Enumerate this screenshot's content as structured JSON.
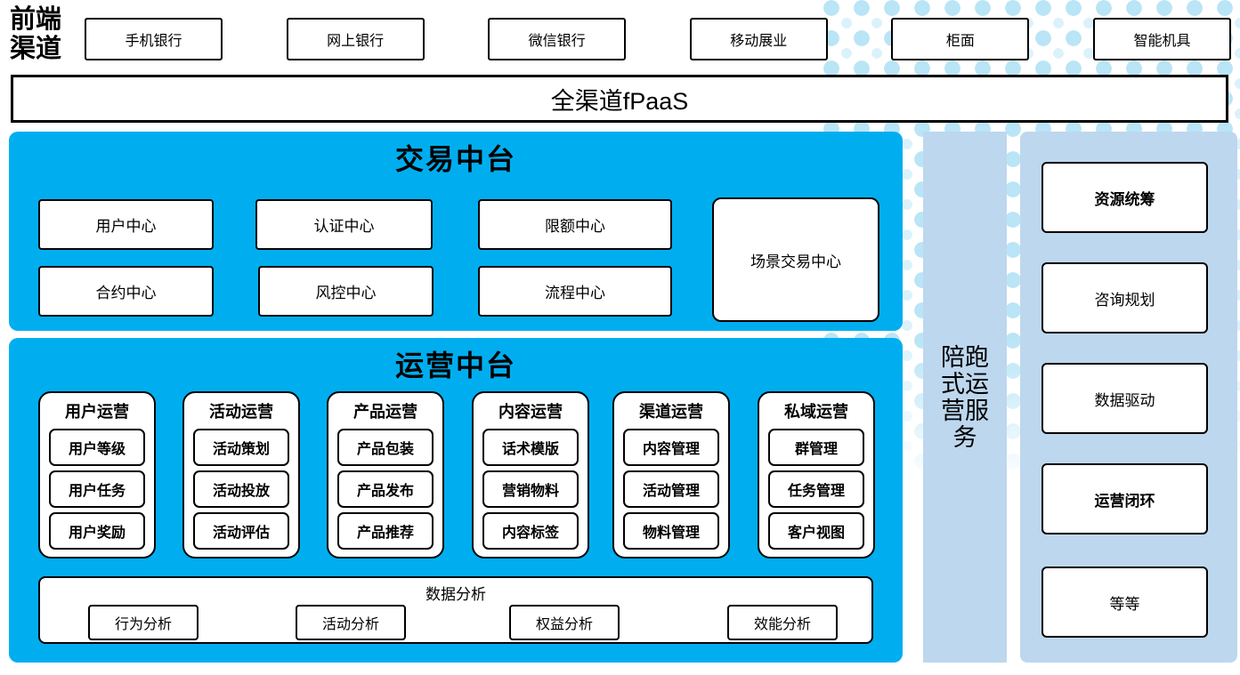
{
  "front_channels": {
    "label": "前端渠道",
    "items": [
      "手机银行",
      "网上银行",
      "微信银行",
      "移动展业",
      "柜面",
      "智能机具"
    ]
  },
  "fpaas": {
    "label": "全渠道fPaaS"
  },
  "trade_platform": {
    "title": "交易中台",
    "centers": [
      "用户中心",
      "认证中心",
      "限额中心",
      "合约中心",
      "风控中心",
      "流程中心"
    ],
    "scene_center": "场景交易中心"
  },
  "ops_platform": {
    "title": "运营中台",
    "groups": [
      {
        "title": "用户运营",
        "items": [
          "用户等级",
          "用户任务",
          "用户奖励"
        ]
      },
      {
        "title": "活动运营",
        "items": [
          "活动策划",
          "活动投放",
          "活动评估"
        ]
      },
      {
        "title": "产品运营",
        "items": [
          "产品包装",
          "产品发布",
          "产品推荐"
        ]
      },
      {
        "title": "内容运营",
        "items": [
          "话术模版",
          "营销物料",
          "内容标签"
        ]
      },
      {
        "title": "渠道运营",
        "items": [
          "内容管理",
          "活动管理",
          "物料管理"
        ]
      },
      {
        "title": "私域运营",
        "items": [
          "群管理",
          "任务管理",
          "客户视图"
        ]
      }
    ],
    "analysis": {
      "title": "数据分析",
      "items": [
        "行为分析",
        "活动分析",
        "权益分析",
        "效能分析"
      ]
    }
  },
  "side_strip": {
    "label": "陪跑式运营服务"
  },
  "right_panel": {
    "items": [
      "资源统筹",
      "咨询规划",
      "数据驱动",
      "运营闭环",
      "等等"
    ]
  },
  "colors": {
    "platform_blue": "#00AEEF",
    "panel_light_blue": "#BDD7EE",
    "dot_light": "#DBF2FB",
    "dot_dark": "#B9E5F6",
    "border": "#000000"
  }
}
